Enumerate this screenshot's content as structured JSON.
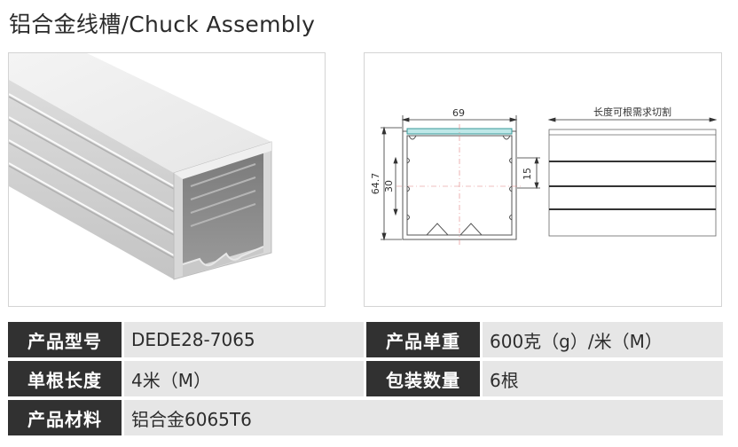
{
  "title": "铝合金线槽/Chuck Assembly",
  "drawing": {
    "width_dim": "69",
    "height_dim": "64.7",
    "inner_dim": "30",
    "side_dim": "15",
    "cut_note": "长度可根需求切割"
  },
  "specs": {
    "model": {
      "label": "产品型号",
      "value": "DEDE28-7065"
    },
    "weight": {
      "label": "产品单重",
      "value": "600克（g）/米（M）"
    },
    "length": {
      "label": "单根长度",
      "value": "4米（M）"
    },
    "packing": {
      "label": "包装数量",
      "value": "6根"
    },
    "material": {
      "label": "产品材料",
      "value": "铝合金6065T6"
    }
  }
}
